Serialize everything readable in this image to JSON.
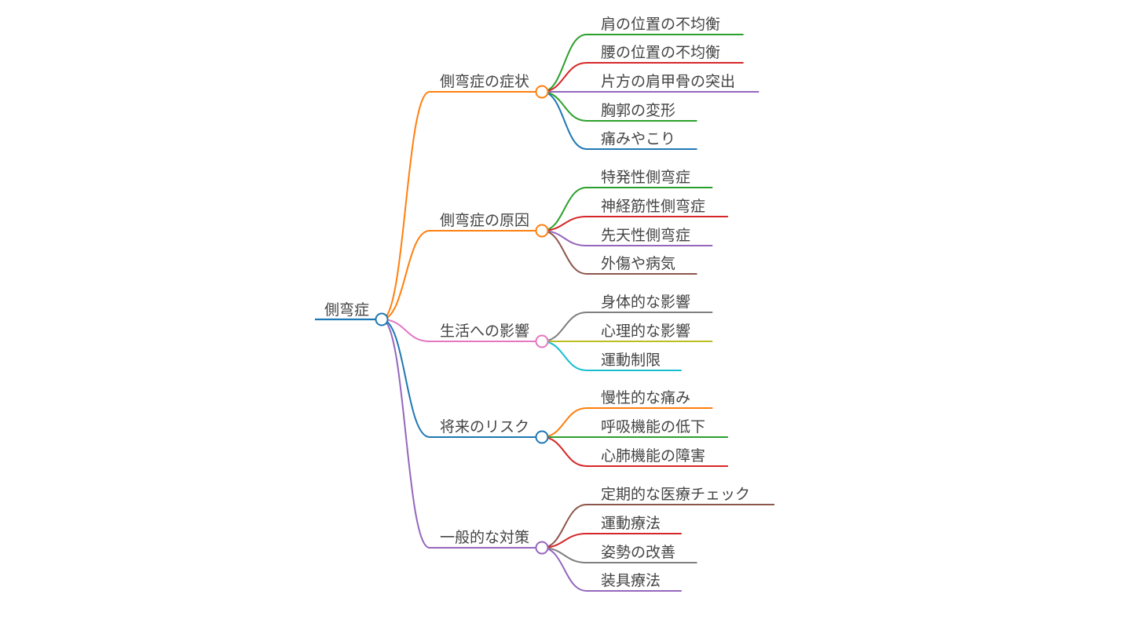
{
  "mindmap": {
    "root": {
      "label": "側弯症",
      "color": "#1f77b4"
    },
    "branches": [
      {
        "label": "側弯症の症状",
        "color": "#ff7f0e",
        "children": [
          {
            "label": "肩の位置の不均衡",
            "color": "#2ca02c"
          },
          {
            "label": "腰の位置の不均衡",
            "color": "#d62728"
          },
          {
            "label": "片方の肩甲骨の突出",
            "color": "#9467bd"
          },
          {
            "label": "胸郭の変形",
            "color": "#2ca02c"
          },
          {
            "label": "痛みやこり",
            "color": "#1f77b4"
          }
        ]
      },
      {
        "label": "側弯症の原因",
        "color": "#ff7f0e",
        "children": [
          {
            "label": "特発性側弯症",
            "color": "#2ca02c"
          },
          {
            "label": "神経筋性側弯症",
            "color": "#d62728"
          },
          {
            "label": "先天性側弯症",
            "color": "#9467bd"
          },
          {
            "label": "外傷や病気",
            "color": "#8c564b"
          }
        ]
      },
      {
        "label": "生活への影響",
        "color": "#e377c2",
        "children": [
          {
            "label": "身体的な影響",
            "color": "#7f7f7f"
          },
          {
            "label": "心理的な影響",
            "color": "#bcbd22"
          },
          {
            "label": "運動制限",
            "color": "#17becf"
          }
        ]
      },
      {
        "label": "将来のリスク",
        "color": "#1f77b4",
        "children": [
          {
            "label": "慢性的な痛み",
            "color": "#ff7f0e"
          },
          {
            "label": "呼吸機能の低下",
            "color": "#2ca02c"
          },
          {
            "label": "心肺機能の障害",
            "color": "#d62728"
          }
        ]
      },
      {
        "label": "一般的な対策",
        "color": "#9467bd",
        "children": [
          {
            "label": "定期的な医療チェック",
            "color": "#8c564b"
          },
          {
            "label": "運動療法",
            "color": "#d62728"
          },
          {
            "label": "姿勢の改善",
            "color": "#7f7f7f"
          },
          {
            "label": "装具療法",
            "color": "#9467bd"
          }
        ]
      }
    ]
  }
}
